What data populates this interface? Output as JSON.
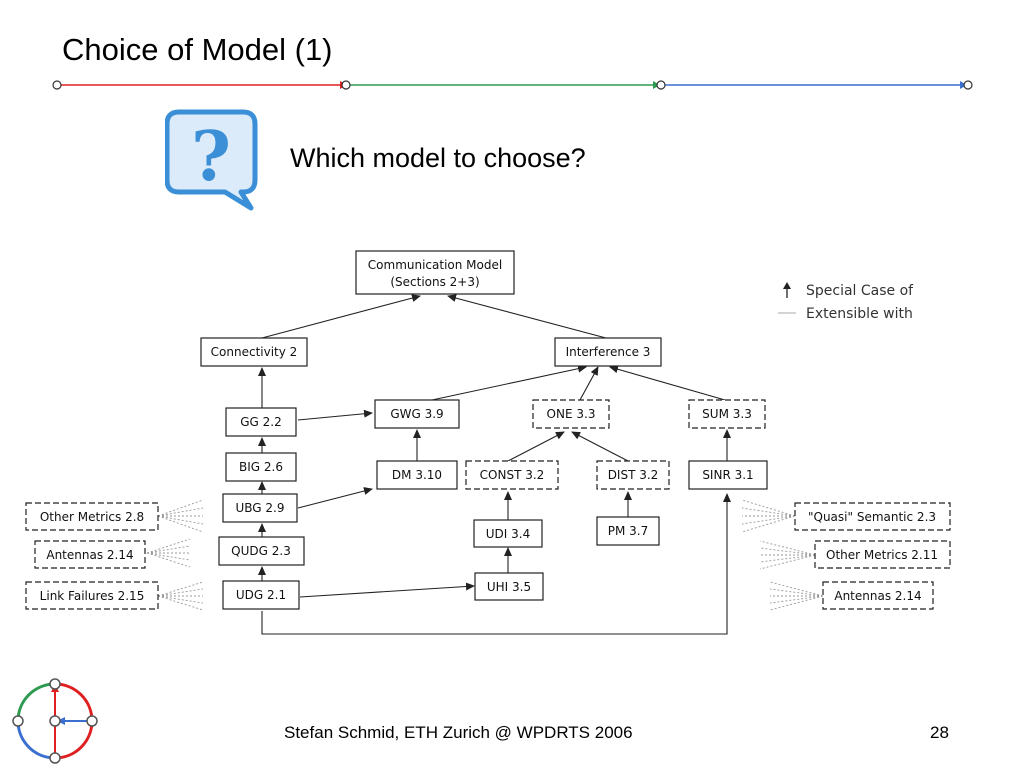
{
  "slide": {
    "title": "Choice of Model (1)",
    "question": "Which model to choose?",
    "footer": "Stefan Schmid, ETH Zurich @ WPDRTS 2006",
    "page_number": "28"
  },
  "colors": {
    "progress_red": "#e02020",
    "progress_green": "#2e9a50",
    "progress_blue": "#3a6fd0",
    "question_icon": "#3b8fd6"
  },
  "diagram": {
    "nodes": {
      "comm": {
        "line1": "Communication Model",
        "line2": "(Sections 2+3)"
      },
      "connectivity": "Connectivity 2",
      "interference": "Interference 3",
      "gg": "GG 2.2",
      "big": "BIG 2.6",
      "ubg": "UBG 2.9",
      "qudg": "QUDG 2.3",
      "udg": "UDG 2.1",
      "gwg": "GWG 3.9",
      "dm": "DM 3.10",
      "one": "ONE 3.3",
      "const": "CONST 3.2",
      "dist": "DIST 3.2",
      "udi": "UDI 3.4",
      "uhi": "UHI 3.5",
      "pm": "PM 3.7",
      "sum": "SUM 3.3",
      "sinr": "SINR 3.1",
      "other_metrics_left": "Other Metrics 2.8",
      "antennas_left": "Antennas 2.14",
      "link_failures": "Link Failures 2.15",
      "quasi_semantic": "\"Quasi\" Semantic 2.3",
      "other_metrics_right": "Other Metrics 2.11",
      "antennas_right": "Antennas 2.14"
    },
    "legend": {
      "special_case": "Special Case of",
      "extensible": "Extensible with"
    }
  }
}
